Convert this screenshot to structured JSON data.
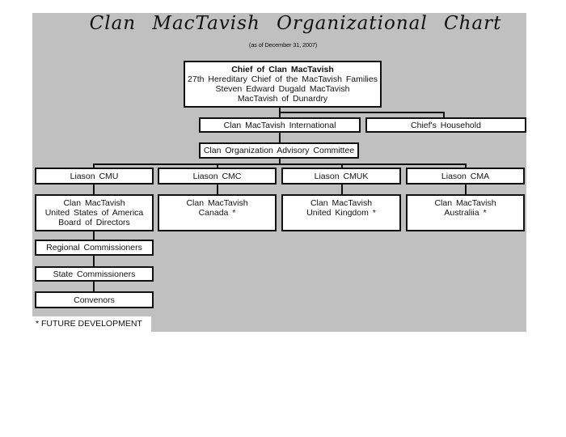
{
  "chart": {
    "title": "Clan MacTavish Organizational Chart",
    "subtitle": "(as of December 31, 2007)",
    "chief": {
      "lines": [
        "Chief of Clan MacTavish",
        "27th Hereditary Chief of the MacTavish Families",
        "Steven Edward Dugald MacTavish",
        "MacTavish of Dunardry"
      ]
    },
    "second_level": [
      {
        "label": "Clan MacTavish International"
      },
      {
        "label": "Chief's Household"
      }
    ],
    "committee": {
      "label": "Clan Organization Advisory Committee"
    },
    "liaisons": [
      {
        "label": "Liason CMU"
      },
      {
        "label": "Liason CMC"
      },
      {
        "label": "Liason CMUK"
      },
      {
        "label": "Liason CMA"
      }
    ],
    "branches": [
      {
        "lines": [
          "Clan MacTavish",
          "United States of America",
          "Board of Directors"
        ]
      },
      {
        "lines": [
          "Clan MacTavish",
          "Canada *"
        ]
      },
      {
        "lines": [
          "Clan MacTavish",
          "United Kingdom *"
        ]
      },
      {
        "lines": [
          "Clan MacTavish",
          "Australiia *"
        ]
      }
    ],
    "usa_chain": [
      {
        "label": "Regional Commissioners"
      },
      {
        "label": "State Commissioners"
      },
      {
        "label": "Convenors"
      }
    ],
    "footnote": "* FUTURE DEVELOPMENT"
  }
}
